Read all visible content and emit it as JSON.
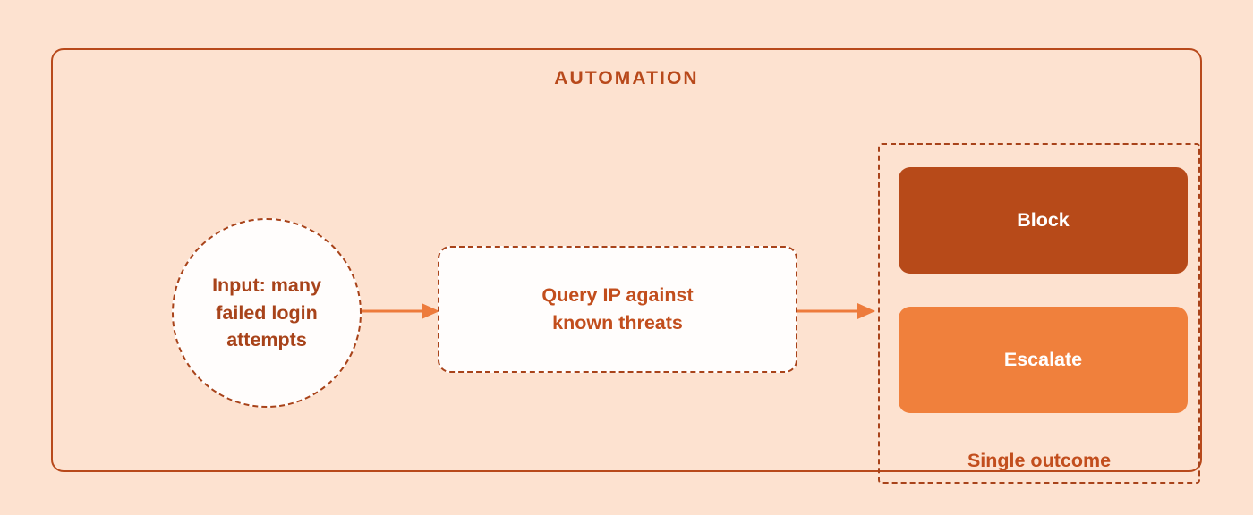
{
  "diagram": {
    "background_color": "#FDE2D0",
    "accent_color": "#C24E1D",
    "frame": {
      "title": "AUTOMATION",
      "border_color": "#B8491B"
    },
    "nodes": {
      "input": {
        "label": "Input: many\nfailed login\nattempts",
        "shape": "circle",
        "fill": "#FFFDFC",
        "border_style": "dashed",
        "text_color": "#A8431A"
      },
      "process": {
        "label": "Query IP against\nknown threats",
        "shape": "rounded-rectangle",
        "fill": "#FFFDFC",
        "border_style": "dashed",
        "text_color": "#C24E1D"
      }
    },
    "outcome_group": {
      "caption": "Single outcome",
      "border_style": "dashed",
      "options": [
        {
          "label": "Block",
          "fill": "#B74A19",
          "text_color": "#FFFFFF"
        },
        {
          "label": "Escalate",
          "fill": "#F0803C",
          "text_color": "#FFFFFF"
        }
      ]
    },
    "connectors": [
      {
        "name": "input-to-process",
        "color": "#ED7B3C",
        "direction": "right"
      },
      {
        "name": "process-to-outcome",
        "color": "#ED7B3C",
        "direction": "right"
      }
    ]
  }
}
